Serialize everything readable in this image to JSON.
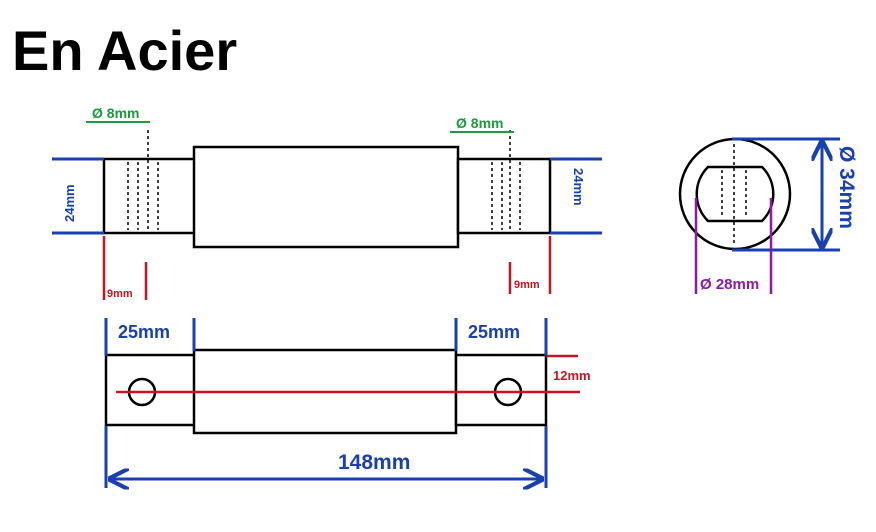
{
  "title": "En Acier",
  "labels": {
    "hole_left": "Ø 8mm",
    "hole_right": "Ø 8mm",
    "height_left": "24mm",
    "height_right": "24mm",
    "offset_left": "9mm",
    "offset_right": "9mm",
    "end_left": "25mm",
    "end_right": "25mm",
    "thickness": "12mm",
    "total_length": "148mm",
    "outer_diameter": "Ø 34mm",
    "inner_diameter": "Ø 28mm"
  },
  "colors": {
    "dimension_blue": "#1a3fae",
    "hole_green": "#1c9a3e",
    "offset_red": "#c8141e",
    "diameter_purple": "#8a1aa8",
    "outline": "#000000"
  }
}
